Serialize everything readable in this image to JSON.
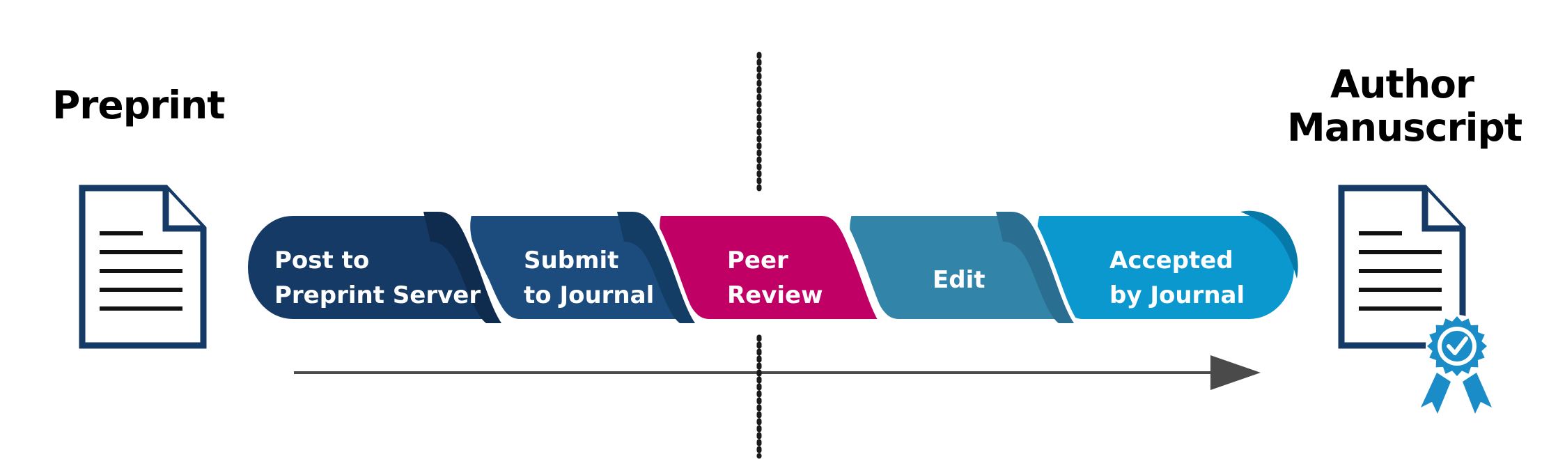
{
  "headings": {
    "left": "Preprint",
    "right_line1": "Author",
    "right_line2": "Manuscript"
  },
  "steps": [
    {
      "line1": "Post to",
      "line2": "Preprint Server",
      "color": "#163a66",
      "shadow": "#0f2b4e"
    },
    {
      "line1": "Submit",
      "line2": "to Journal",
      "color": "#1b4c7d",
      "shadow": "#143d66"
    },
    {
      "line1": "Peer",
      "line2": "Review",
      "color": "#c10066",
      "shadow": "#c10066"
    },
    {
      "line1": "Edit",
      "line2": "",
      "color": "#3384a9",
      "shadow": "#2a6f92"
    },
    {
      "line1": "Accepted",
      "line2": "by Journal",
      "color": "#0a98cf",
      "shadow": "#0779a8"
    }
  ],
  "icons": {
    "left_document": "document-icon",
    "right_document": "document-icon",
    "badge": "certified-ribbon-icon",
    "document_color": "#163a66",
    "badge_color": "#1a8cc7"
  },
  "colors": {
    "arrow": "#4a4a4a",
    "divider": "#1a1a1a"
  }
}
